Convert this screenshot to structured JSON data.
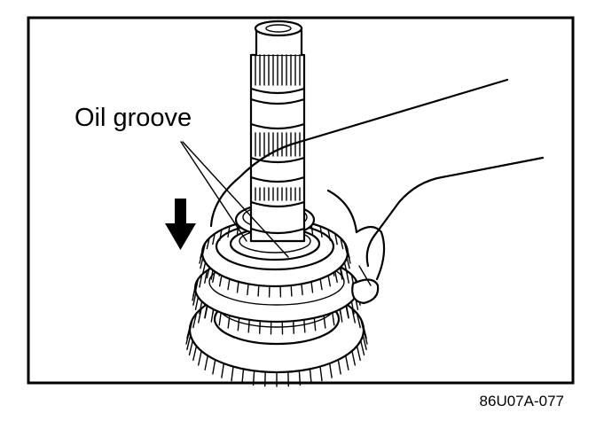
{
  "illustration": {
    "callout_label": "Oil groove",
    "figure_code": "86U07A-077",
    "icons": [
      "down-arrow-icon",
      "gear-stack",
      "shaft",
      "hand"
    ]
  }
}
